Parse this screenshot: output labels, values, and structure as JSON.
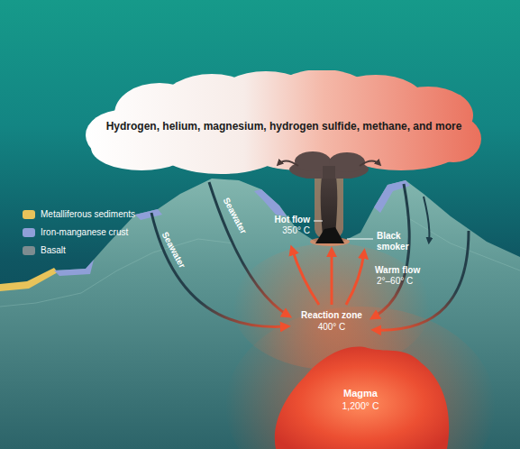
{
  "diagram": {
    "nodes": [
      {
        "text": [
          "Hydrogen, helium, magnesium, hydrogen sulfide, methane, and more"
        ]
      },
      {
        "text": [
          "Magma",
          "1,200° C"
        ]
      }
    ],
    "labels": [
      "Hot flow",
      "350° C",
      "Black smoker",
      "Warm flow",
      "2°–60° C",
      "Seawater",
      "Seawater",
      "Reaction zone",
      "400° C"
    ],
    "legend": [
      {
        "text": "Metalliferous sediments",
        "color": "#e8c35a"
      },
      {
        "text": "Iron-manganese crust",
        "color": "#8f9fd8"
      },
      {
        "text": "Basalt",
        "color": "#7d8c90"
      }
    ]
  }
}
